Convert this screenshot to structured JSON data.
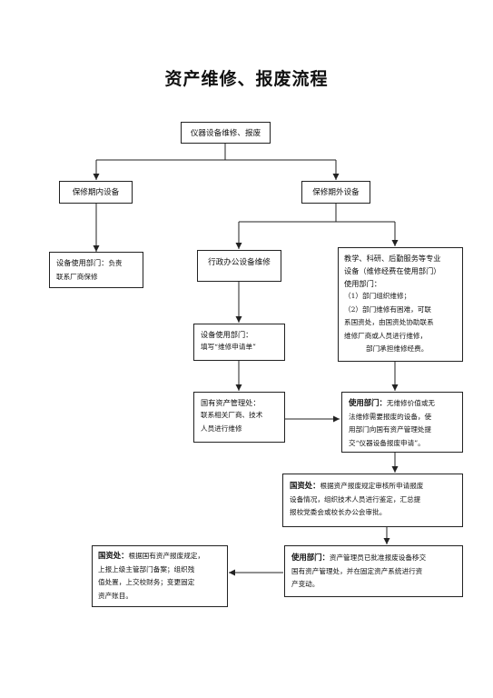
{
  "title": "资产维修、报废流程",
  "nodes": {
    "start": {
      "label": "仪器设备维修、报废"
    },
    "in_warranty": {
      "label": "保修期内设备"
    },
    "out_warranty": {
      "label": "保修期外设备"
    },
    "dept_in_warranty": {
      "head": "设备使用部门：",
      "body_line1": "负责",
      "body_line2": "联系厂商保修"
    },
    "admin_repair": {
      "label": "行政办公设备维修"
    },
    "teaching_repair": {
      "head_line1": "教学、科研、后勤服务等专业",
      "head_line2": "设备（维修经费在使用部门）",
      "head_line3": "使用部门：",
      "body_line1": "（1）部门组织维修；",
      "body_line2": "（2）部门维修有困难，可联",
      "body_line3": "系国资处，由国资处协助联系",
      "body_line4": "维修厂商或人员进行维修，",
      "body_line5": "部门承担维修经费。"
    },
    "dept_request": {
      "head": "设备使用部门：",
      "body": "填写“维修申请单”"
    },
    "asset_office_repair": {
      "head": "国有资产管理处：",
      "body_line1": "联系相关厂商、技术",
      "body_line2": "人员进行维修"
    },
    "dept_scrap_request": {
      "head": "使用部门：",
      "body_line1": "无维修价值或无",
      "body_line2": "法维修需要报废的设备，使",
      "body_line3": "用部门向国有资产管理处提",
      "body_line4": "交“仪器设备报废申请”。"
    },
    "assets_dept_review": {
      "head": "国资处：",
      "body_line1": "根据资产报废规定审核所申请报废",
      "body_line2": "设备情况，组织技术人员进行鉴定，汇总提",
      "body_line3": "报校党委会或校长办公会审批。"
    },
    "dept_transfer": {
      "head": "使用部门：",
      "body_line1": "资产管理员已批准报废设备移交",
      "body_line2": "国有资产管理处，并在固定资产系统进行资",
      "body_line3": "产变动。"
    },
    "assets_dept_final": {
      "head": "国资处：",
      "body_line1": "根据国有资产报废规定，",
      "body_line2": "上报上级主管部门备案；组织残",
      "body_line3": "值处置，上交校财务；变更固定",
      "body_line4": "资产账目。"
    }
  },
  "colors": {
    "line": "#222222",
    "text": "#111111",
    "background": "#ffffff"
  }
}
